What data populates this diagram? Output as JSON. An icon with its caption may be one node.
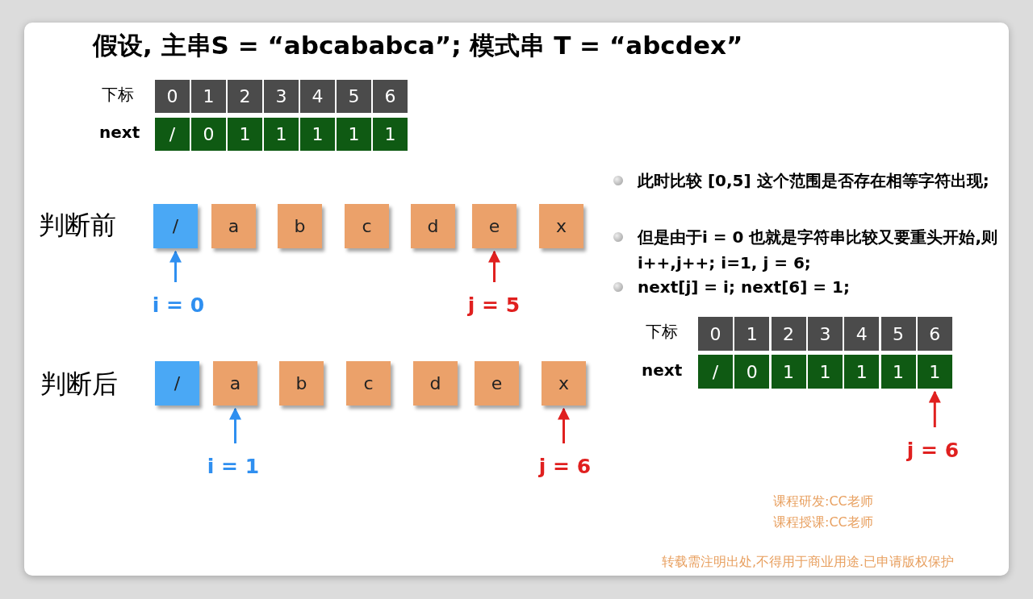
{
  "diagram": {
    "nodes": [
      {
        "text": [
          "/"
        ]
      },
      {
        "text": [
          "a"
        ]
      },
      {
        "text": [
          "b"
        ]
      },
      {
        "text": [
          "c"
        ]
      },
      {
        "text": [
          "d"
        ]
      },
      {
        "text": [
          "e"
        ]
      },
      {
        "text": [
          "x"
        ]
      },
      {
        "text": [
          "i = 0"
        ]
      },
      {
        "text": [
          "j = 5"
        ]
      },
      {
        "text": [
          "/"
        ]
      },
      {
        "text": [
          "a"
        ]
      },
      {
        "text": [
          "b"
        ]
      },
      {
        "text": [
          "c"
        ]
      },
      {
        "text": [
          "d"
        ]
      },
      {
        "text": [
          "e"
        ]
      },
      {
        "text": [
          "x"
        ]
      },
      {
        "text": [
          "i = 1"
        ]
      },
      {
        "text": [
          "j = 6"
        ]
      },
      {
        "text": [
          "/"
        ]
      },
      {
        "text": [
          "0"
        ]
      },
      {
        "text": [
          "1"
        ]
      },
      {
        "text": [
          "1"
        ]
      },
      {
        "text": [
          "1"
        ]
      },
      {
        "text": [
          "1"
        ]
      },
      {
        "text": [
          "1"
        ]
      },
      {
        "text": [
          "j = 6"
        ]
      }
    ],
    "edges": [
      {
        "from": 7,
        "to": 0,
        "arrow": "to",
        "color": "#2f8ff0"
      },
      {
        "from": 8,
        "to": 5,
        "arrow": "to"
      },
      {
        "from": 16,
        "to": 10,
        "arrow": "to",
        "color": "#2f8ff0"
      },
      {
        "from": 17,
        "to": 15,
        "arrow": "to"
      },
      {
        "from": 25,
        "to": 24,
        "arrow": "to"
      }
    ],
    "labels": [
      "假设, 主串S = “abcababca”; 模式串 T = “abcdex”",
      "下标",
      "0",
      "1",
      "2",
      "3",
      "4",
      "5",
      "6",
      "next",
      "/",
      "0",
      "1",
      "1",
      "1",
      "1",
      "1",
      "判断前",
      "判断后",
      "此时比较 [0,5] 这个范围是否存在相等字符出现;",
      "但是由于i = 0 也就是字符串比较又要重头开始,则 i++,j++; i=1, j = 6;",
      "next[j] = i; next[6] = 1;",
      "下标",
      "0",
      "1",
      "2",
      "3",
      "4",
      "5",
      "6",
      "next",
      "课程研发:CC老师",
      "课程授课:CC老师",
      "转载需注明出处,不得用于商业用途.已申请版权保护"
    ]
  }
}
